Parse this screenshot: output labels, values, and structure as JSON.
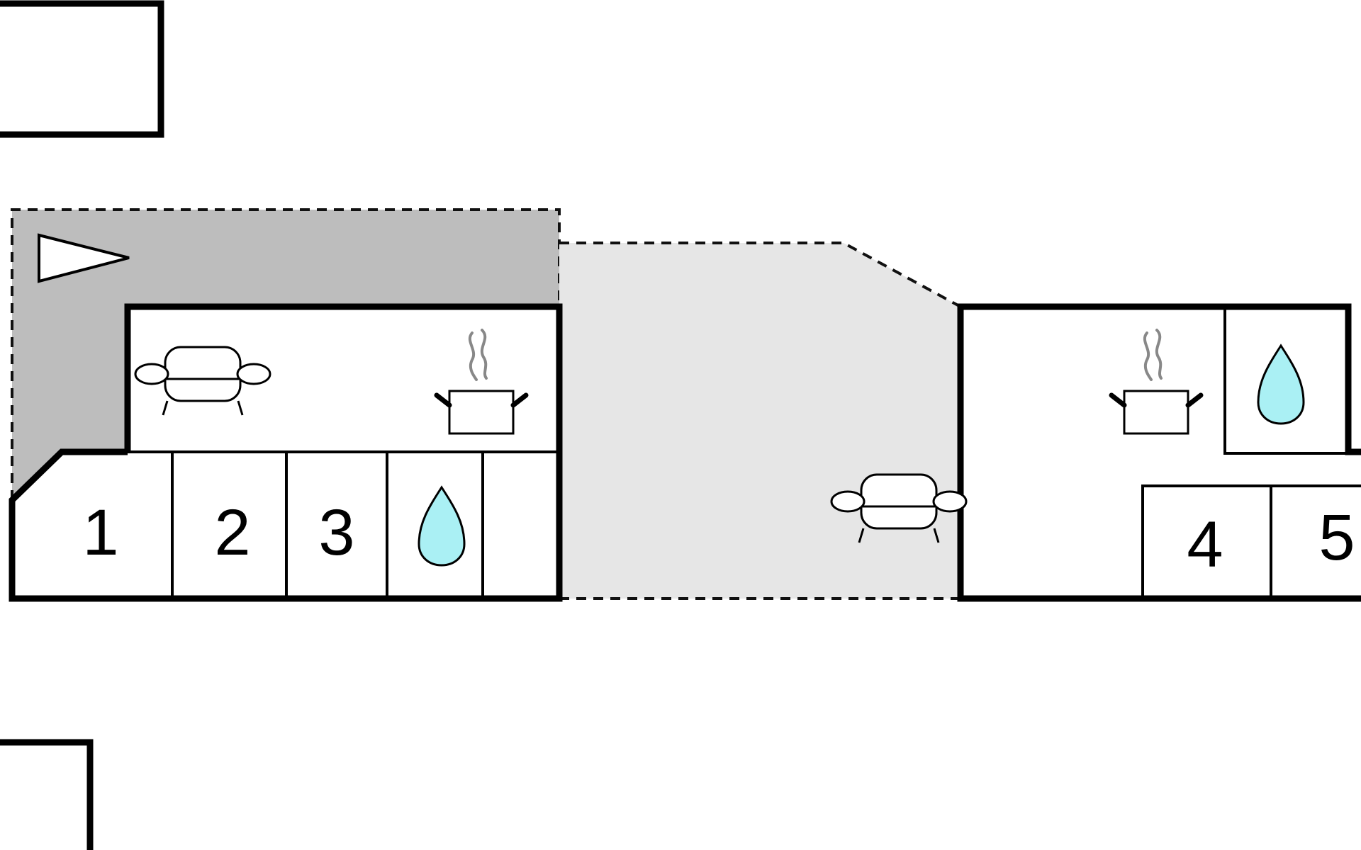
{
  "room_labels": [
    "1",
    "2",
    "3",
    "4",
    "5"
  ],
  "icons": {
    "sofa": "sofa-icon",
    "pot": "cooking-pot-icon",
    "drop": "water-drop-icon",
    "direction": "direction-arrow-icon"
  },
  "colors": {
    "terrace_dark": "#bdbdbd",
    "terrace_light": "#e6e6e6",
    "water": "#aaf0f4",
    "steam": "#888888",
    "wall": "#000000"
  }
}
